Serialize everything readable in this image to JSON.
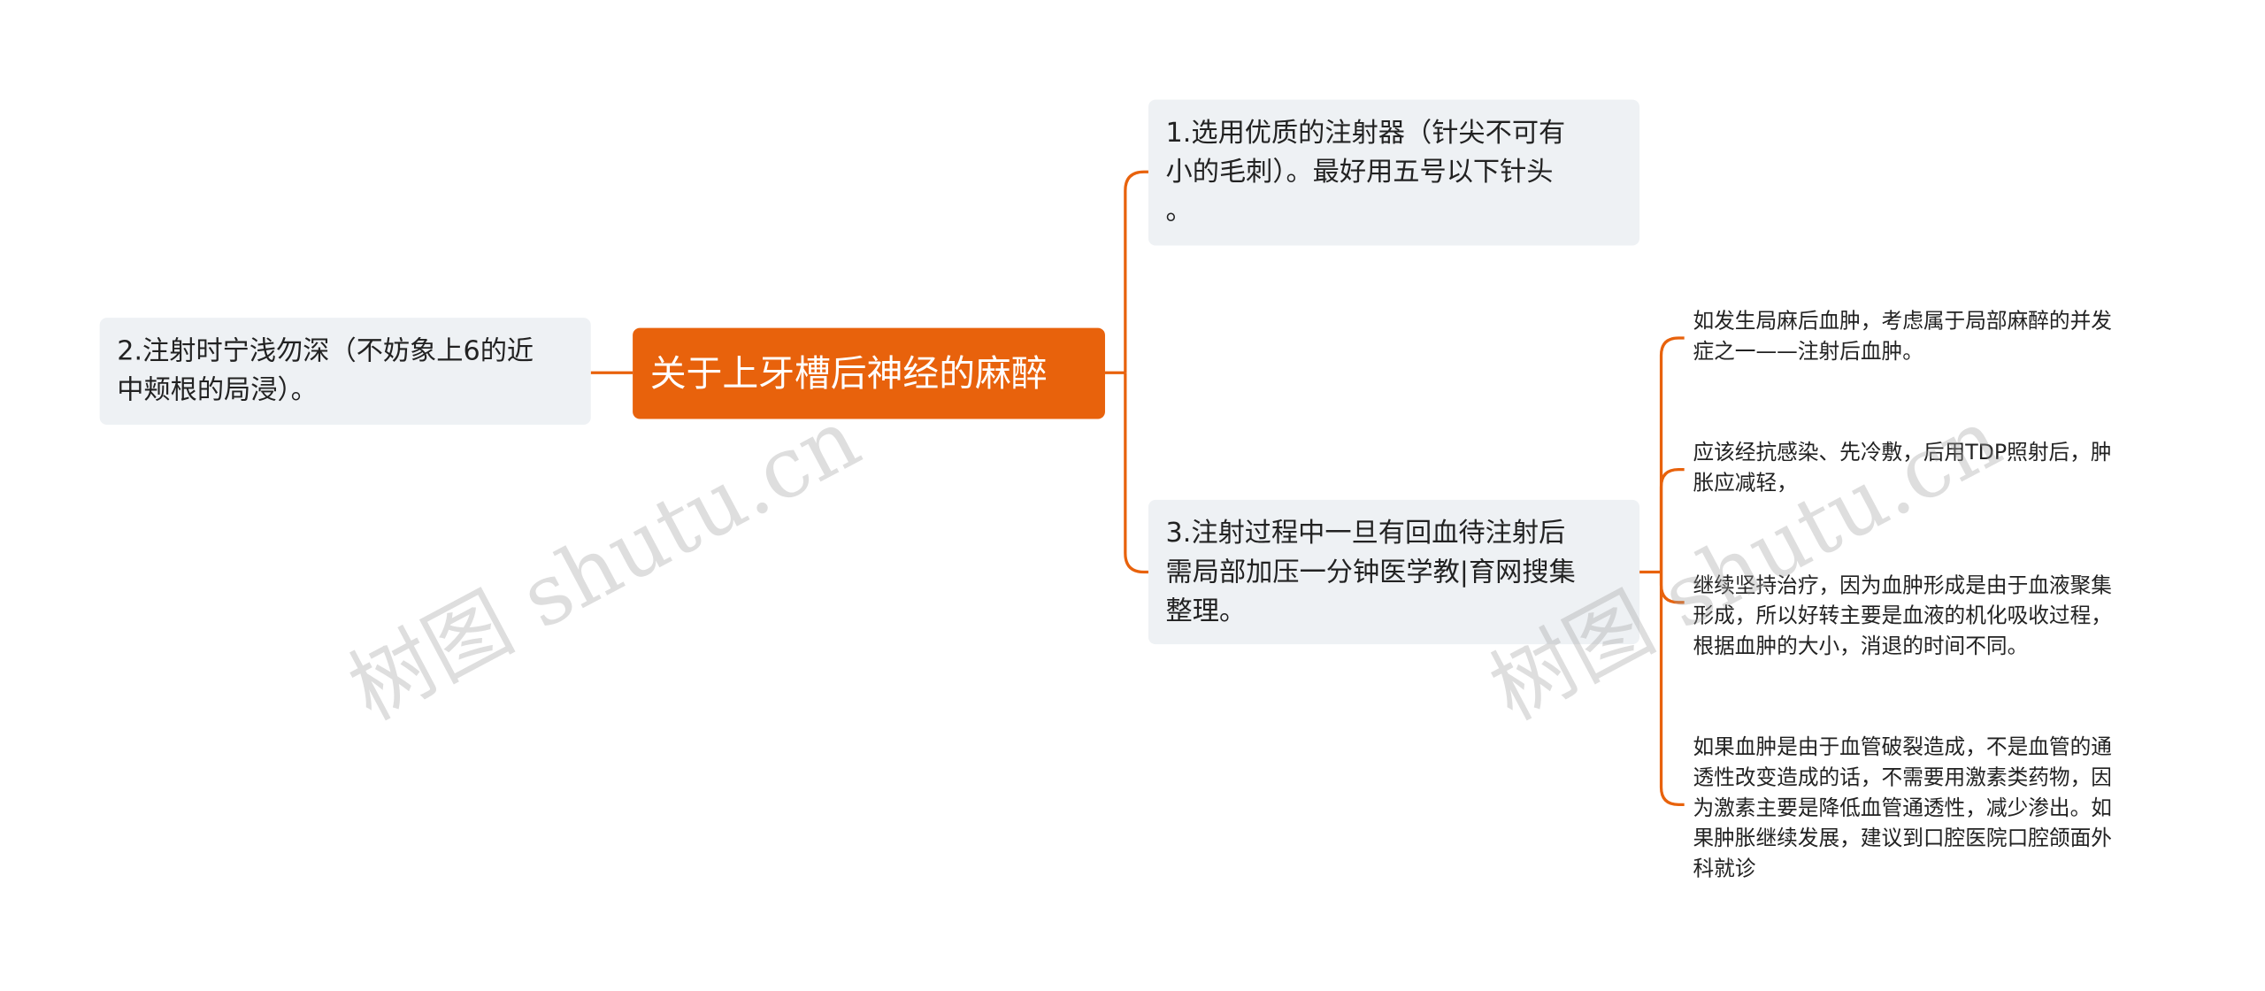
{
  "root": {
    "label": "关于上牙槽后神经的麻醉"
  },
  "branches": {
    "b1": {
      "label": "1.选用优质的注射器（针尖不可有\n小的毛刺）。最好用五号以下针头\n。"
    },
    "b2": {
      "label": "2.注射时宁浅勿深（不妨象上6的近\n中颊根的局浸）。"
    },
    "b3": {
      "label": "3.注射过程中一旦有回血待注射后\n需局部加压一分钟医学教|育网搜集\n整理。",
      "children": [
        "如发生局麻后血肿，考虑属于局部麻醉的并发\n症之一——注射后血肿。",
        "应该经抗感染、先冷敷，后用TDP照射后，肿\n胀应减轻，",
        "继续坚持治疗，因为血肿形成是由于血液聚集\n形成，所以好转主要是血液的机化吸收过程，\n根据血肿的大小，消退的时间不同。",
        "如果血肿是由于血管破裂造成，不是血管的通\n透性改变造成的话，不需要用激素类药物，因\n为激素主要是降低血管通透性，减少渗出。如\n果肿胀继续发展，建议到口腔医院口腔颌面外\n科就诊"
      ]
    }
  },
  "watermark": "树图 shutu.cn",
  "colors": {
    "accent": "#e8620c",
    "node_bg": "#eef1f4",
    "text": "#222222"
  }
}
